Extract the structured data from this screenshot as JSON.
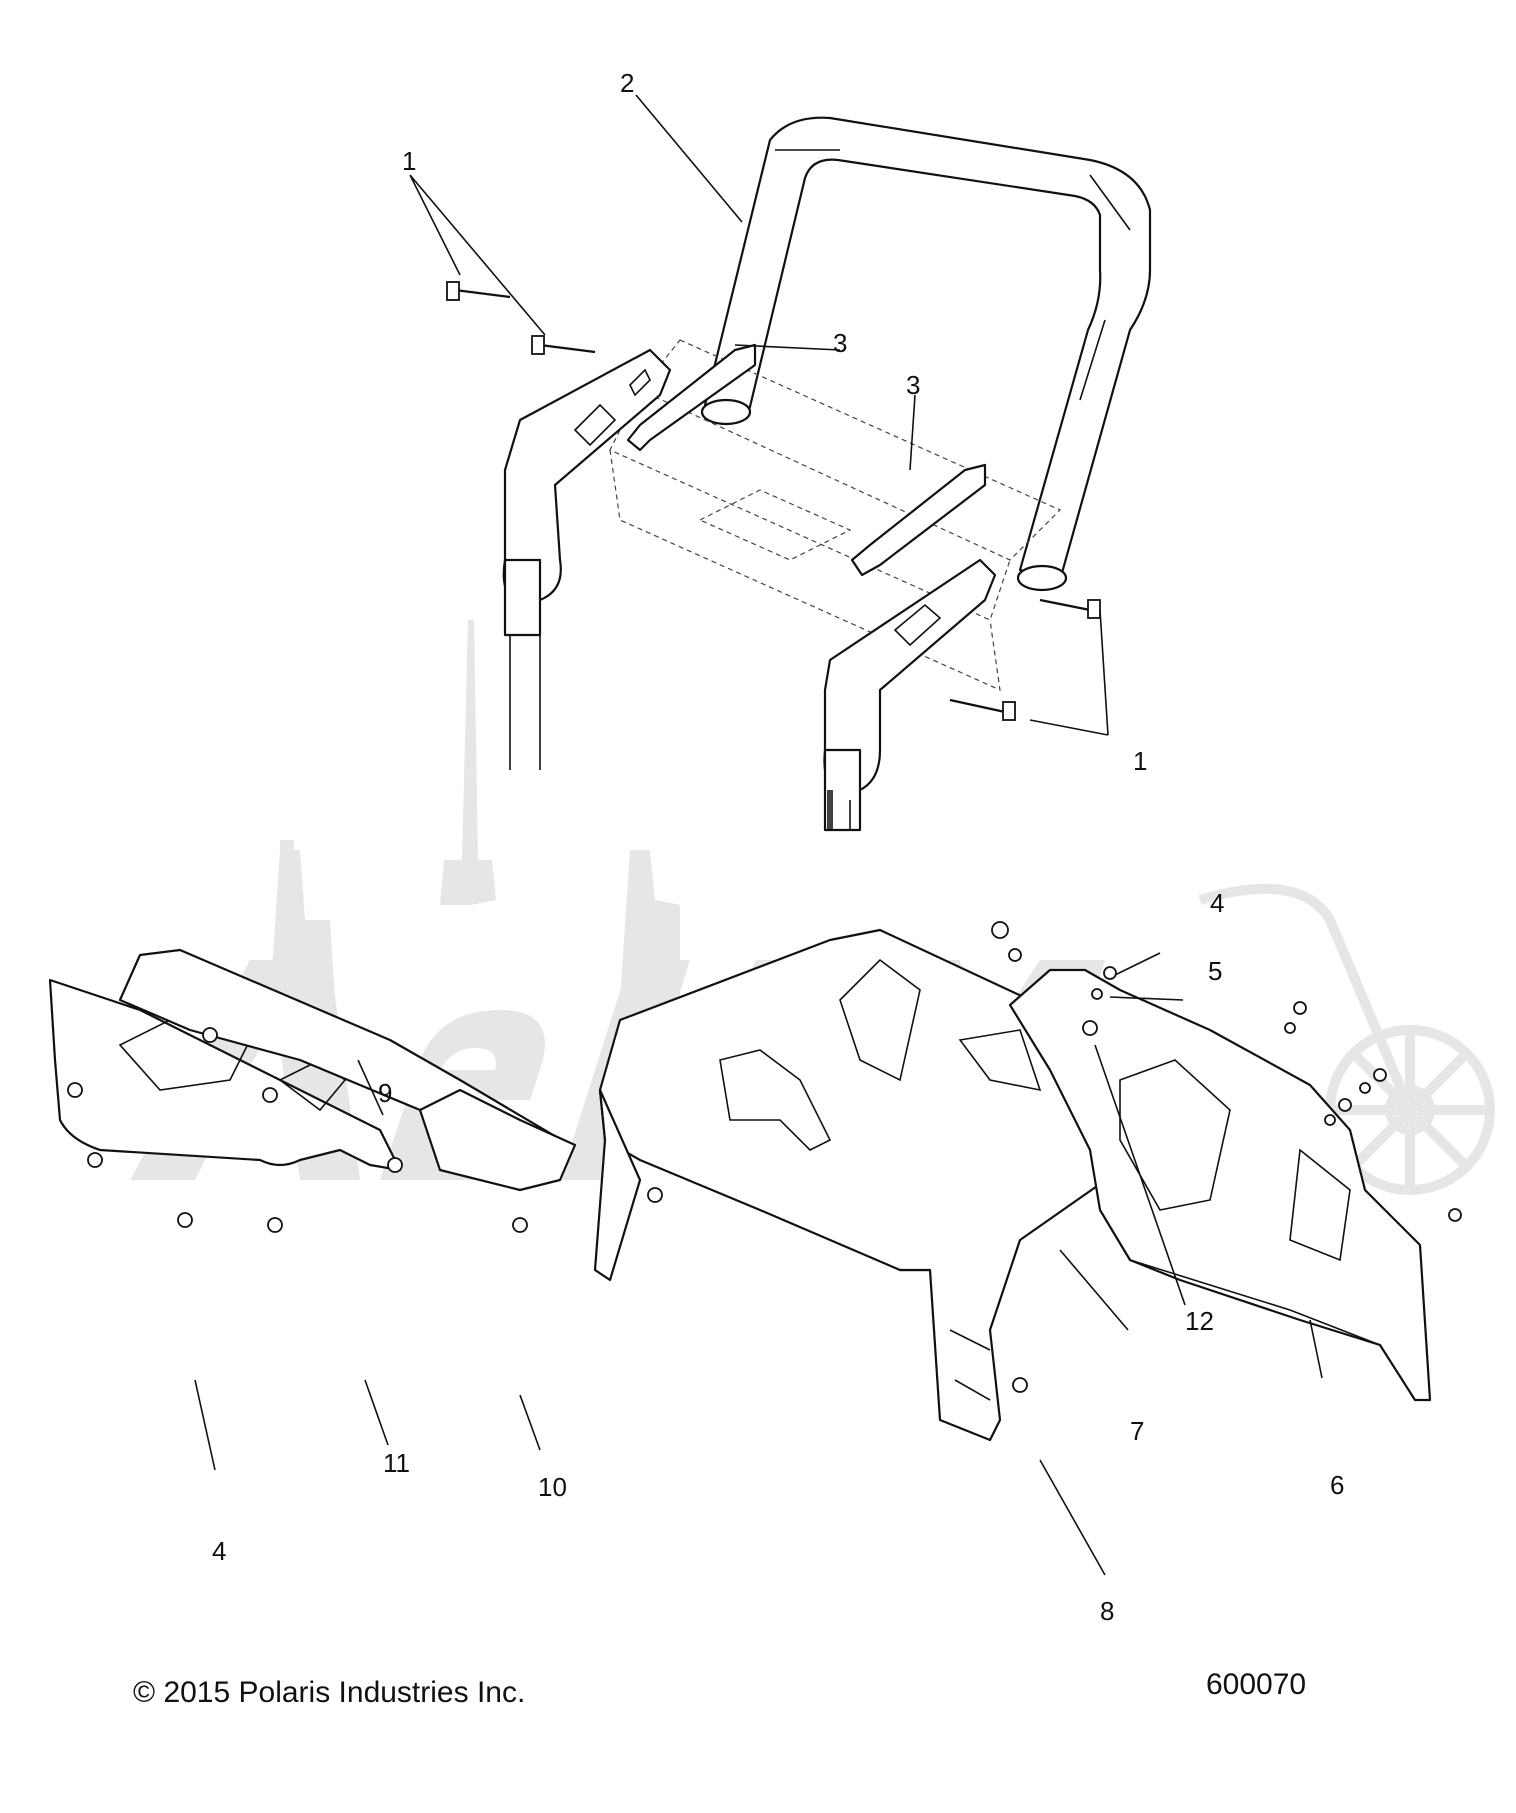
{
  "diagram": {
    "callouts": [
      {
        "id": "c1a",
        "label": "1"
      },
      {
        "id": "c2",
        "label": "2"
      },
      {
        "id": "c3a",
        "label": "3"
      },
      {
        "id": "c3b",
        "label": "3"
      },
      {
        "id": "c1b",
        "label": "1"
      },
      {
        "id": "c4a",
        "label": "4"
      },
      {
        "id": "c5",
        "label": "5"
      },
      {
        "id": "c9",
        "label": "9"
      },
      {
        "id": "c12",
        "label": "12"
      },
      {
        "id": "c7",
        "label": "7"
      },
      {
        "id": "c6",
        "label": "6"
      },
      {
        "id": "c11",
        "label": "11"
      },
      {
        "id": "c10",
        "label": "10"
      },
      {
        "id": "c4b",
        "label": "4"
      },
      {
        "id": "c8",
        "label": "8"
      }
    ],
    "copyright": "© 2015 Polaris Industries Inc.",
    "figure_number": "600070",
    "watermark_text": "AeHM"
  },
  "colors": {
    "line": "#111111",
    "watermark": "#e6e6e6",
    "background": "#ffffff"
  }
}
